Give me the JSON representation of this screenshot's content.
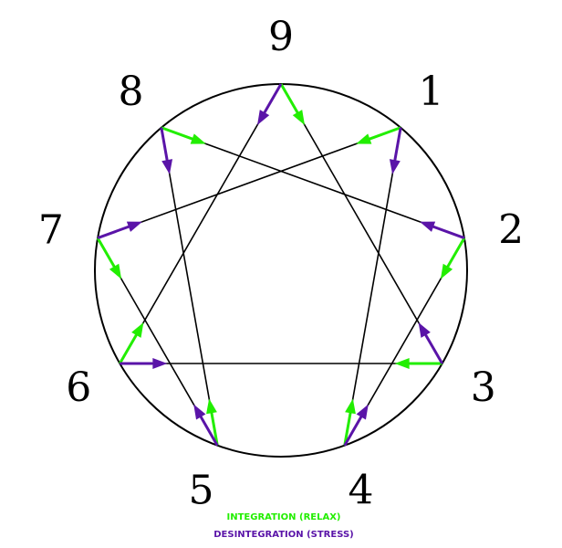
{
  "colors": {
    "integration": "#22ee00",
    "disintegration": "#5a14a8",
    "line": "#000000"
  },
  "points": [
    "9",
    "1",
    "2",
    "3",
    "4",
    "5",
    "6",
    "7",
    "8"
  ],
  "integration_arrows": [
    {
      "from": "8",
      "to": "2"
    },
    {
      "from": "9",
      "to": "3"
    },
    {
      "from": "2",
      "to": "4"
    },
    {
      "from": "4",
      "to": "1"
    },
    {
      "from": "1",
      "to": "7"
    },
    {
      "from": "7",
      "to": "5"
    },
    {
      "from": "5",
      "to": "8"
    },
    {
      "from": "3",
      "to": "6"
    },
    {
      "from": "6",
      "to": "9"
    }
  ],
  "disintegration_arrows": [
    {
      "from": "9",
      "to": "6"
    },
    {
      "from": "6",
      "to": "3"
    },
    {
      "from": "3",
      "to": "9"
    },
    {
      "from": "1",
      "to": "4"
    },
    {
      "from": "4",
      "to": "2"
    },
    {
      "from": "2",
      "to": "8"
    },
    {
      "from": "8",
      "to": "5"
    },
    {
      "from": "5",
      "to": "7"
    },
    {
      "from": "7",
      "to": "1"
    }
  ],
  "legend": {
    "integration": "INTEGRATION (RELAX)",
    "disintegration": "DESINTEGRATION (STRESS)"
  }
}
